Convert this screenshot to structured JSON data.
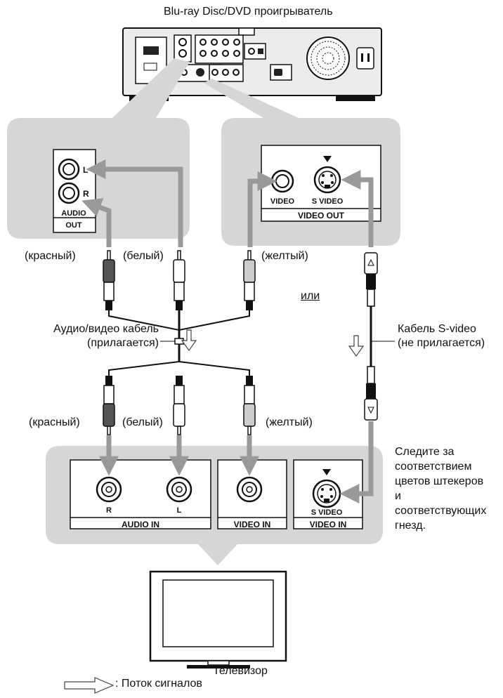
{
  "labels": {
    "player": "Blu-ray Disc/DVD проигрыватель",
    "red_top": "(красный)",
    "white_top": "(белый)",
    "yellow_top": "(желтый)",
    "or": "или",
    "av_cable_line1": "Аудио/видео кабель",
    "av_cable_line2": "(прилагается)",
    "svideo_cable_line1": "Кабель S-video",
    "svideo_cable_line2": "(не прилагается)",
    "red_bottom": "(красный)",
    "white_bottom": "(белый)",
    "yellow_bottom": "(желтый)",
    "tv": "Телевизор",
    "legend": ": Поток сигналов"
  },
  "note_lines": [
    "Следите за",
    "соответствием",
    "цветов штекеров",
    "и",
    "соответствующих",
    "гнезд."
  ],
  "panel_labels": {
    "audio_out_line1": "AUDIO",
    "audio_out_line2": "OUT",
    "jack_l": "L",
    "jack_r": "R",
    "video": "VIDEO",
    "s_video": "S VIDEO",
    "video_out": "VIDEO OUT",
    "audio_in": "AUDIO IN",
    "video_in_1": "VIDEO IN",
    "video_in_2": "VIDEO IN"
  }
}
